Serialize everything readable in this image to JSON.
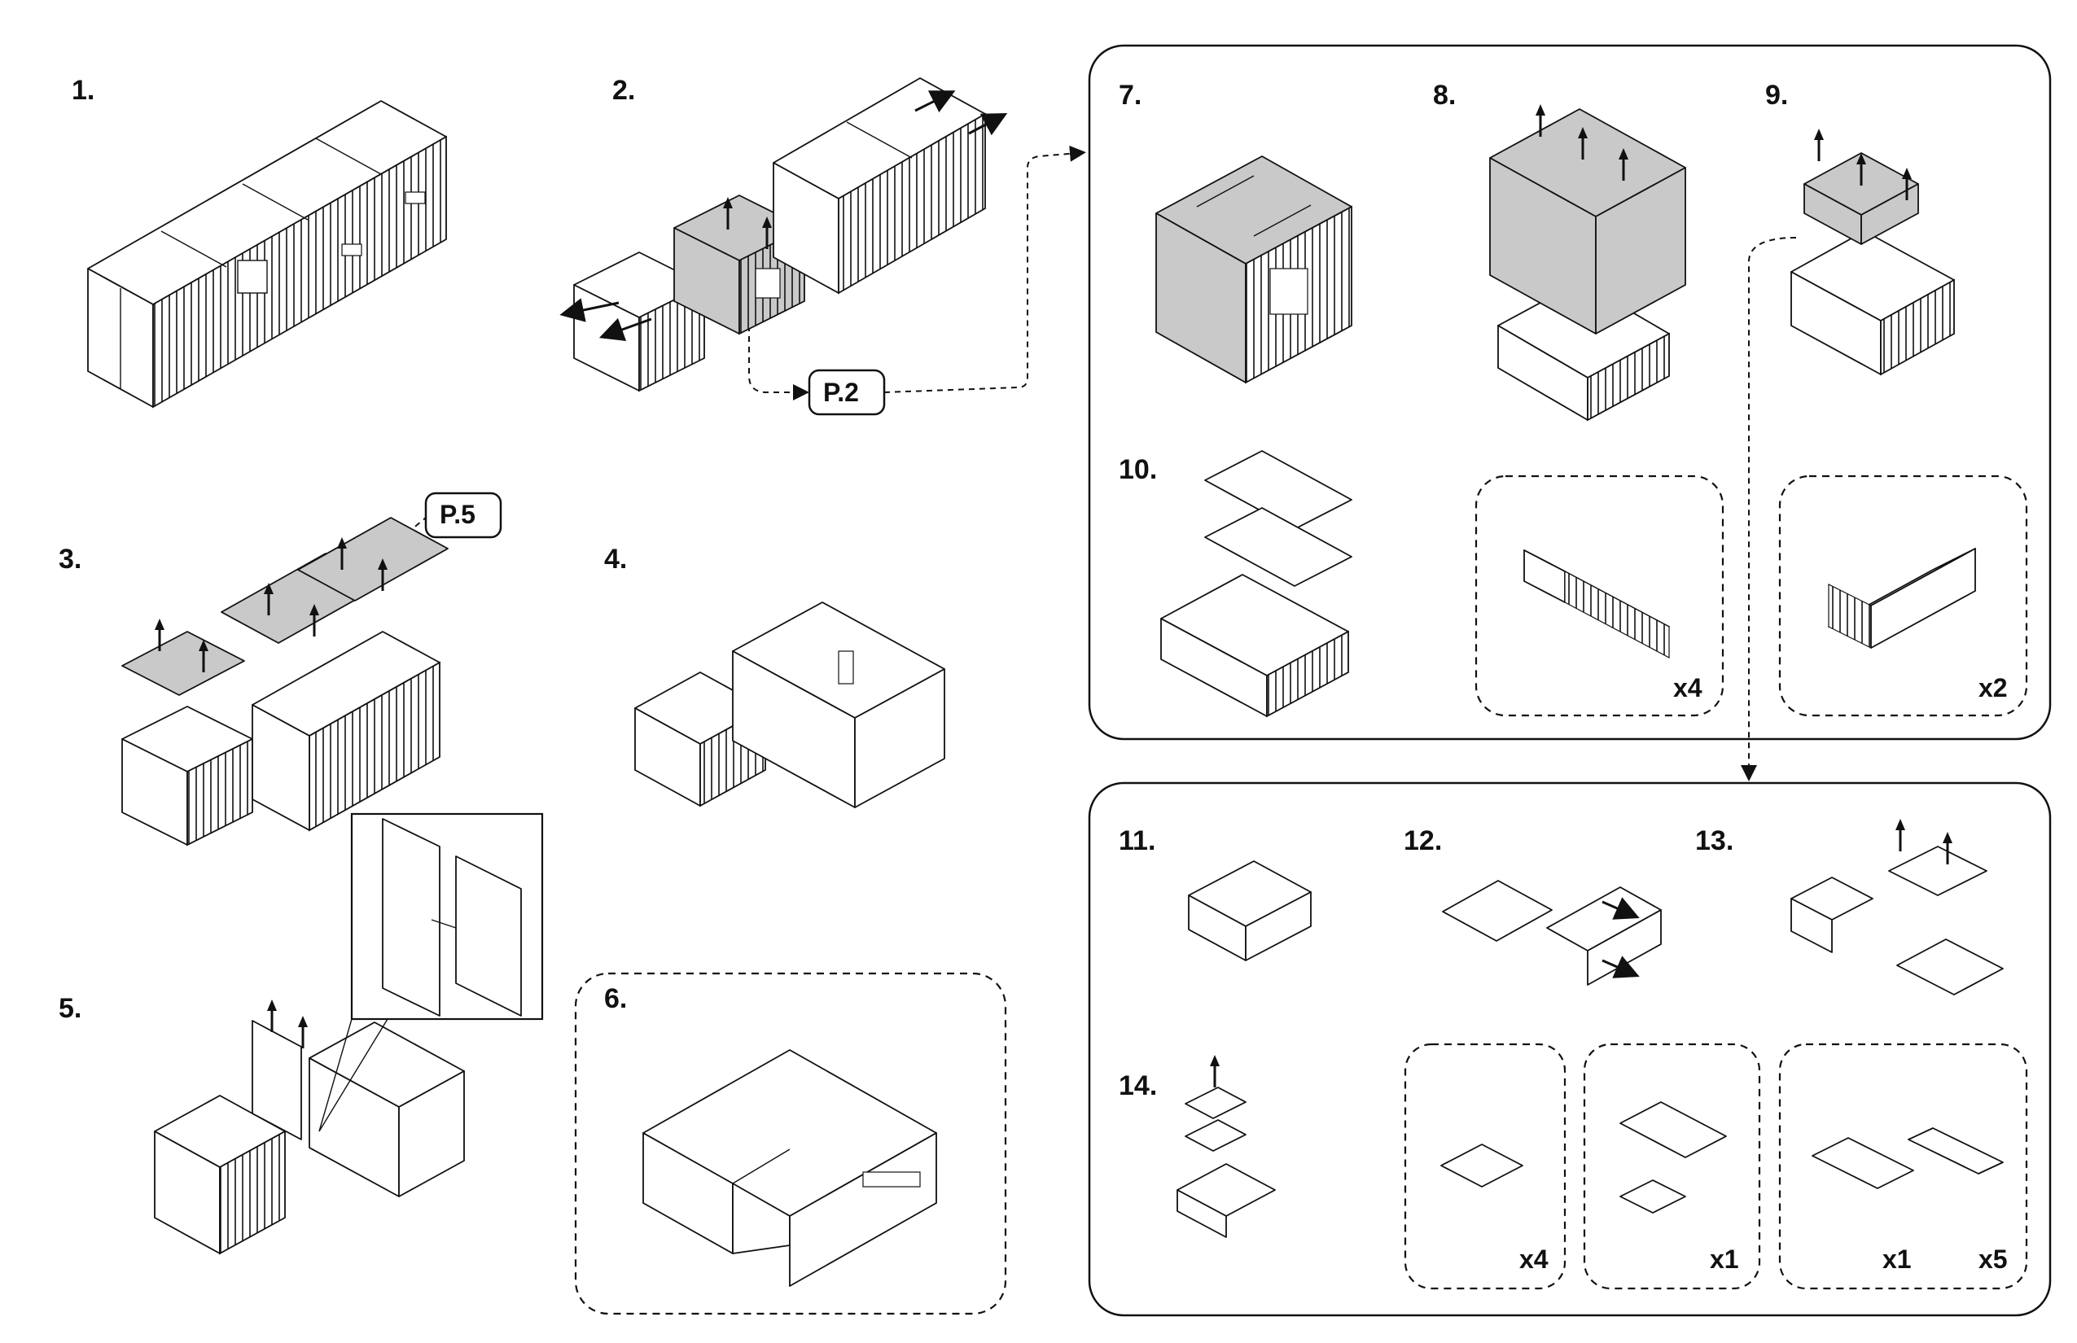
{
  "steps": {
    "s1": "1.",
    "s2": "2.",
    "s3": "3.",
    "s4": "4.",
    "s5": "5.",
    "s6": "6.",
    "s7": "7.",
    "s8": "8.",
    "s9": "9.",
    "s10": "10.",
    "s11": "11.",
    "s12": "12.",
    "s13": "13.",
    "s14": "14."
  },
  "page_refs": {
    "p2": "P.2",
    "p5": "P.5"
  },
  "quantities": {
    "q10a": "x4",
    "q10b": "x2",
    "q14a": "x4",
    "q14b": "x1",
    "q14c": "x1",
    "q14d": "x5"
  },
  "icons": {
    "arrow": "arrow-icon",
    "module": "module-box-icon",
    "connector": "connector-icon"
  },
  "colors": {
    "ink": "#111111",
    "panel": "#c9c9c9",
    "paper": "#ffffff"
  }
}
